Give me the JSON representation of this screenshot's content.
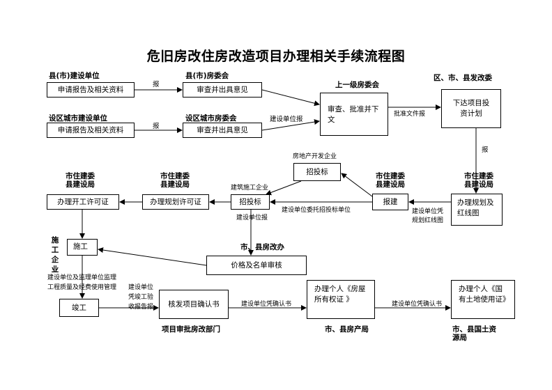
{
  "title": "危旧房改住房改造项目办理相关手续流程图",
  "headers": {
    "county_unit": "县(市)建设单位",
    "county_housing": "县(市)房委会",
    "upper_housing": "上一级房委会",
    "dev_reform": "区、市、县发改委",
    "city_unit": "设区城市建设单位",
    "city_housing": "设区城市房委会",
    "city_constr_1": "市住建委",
    "city_constr_1b": "县建设局",
    "city_constr_2": "市住建委",
    "city_constr_2b": "县建设局",
    "city_constr_3": "市住建委",
    "city_constr_3b": "县建设局",
    "city_constr_4": "市住建委",
    "city_constr_4b": "县建设局",
    "housing_reform": "市、县房改办",
    "construction_a": "施",
    "construction_b": "工",
    "construction_c": "企",
    "construction_d": "业",
    "approval_dept": "项目审批房改部门",
    "housing_bureau": "市、县房产局",
    "land_bureau": "市、县国土资源局"
  },
  "boxes": {
    "apply1": "申请报告及相关资料",
    "review1": "审查并出具意见",
    "apply2": "申请报告及相关资料",
    "review2": "审查并出具意见",
    "approve": "审查、批准并下文",
    "plan": "下达项目投资计划",
    "planning": "办理规划及红线图",
    "report_build": "报建",
    "bid_top": "招投标",
    "bid_mid": "招投标",
    "plan_permit": "办理规划许可证",
    "work_permit": "办理开工许可证",
    "construct": "施工",
    "price": "价格及名单审核",
    "complete": "竣工",
    "confirm": "核发项目确认书",
    "house_cert": "办理个人《房屋所有权证 》",
    "land_cert": "办理个人《国有土地使用证》"
  },
  "labels": {
    "report1": "报",
    "report2": "报",
    "unit_report": "建设单位报",
    "approval_doc": "批准文件报",
    "report3": "报",
    "developer": "房地产开发企业",
    "constr_company": "建筑施工企业",
    "entrust_bid": "建设单位委托招投标单位",
    "unit_plan_1": "建设单位凭",
    "unit_plan_2": "规划红线图",
    "unit_report2": "建设单位报",
    "supervise_1": "建设单位及监理单位监理",
    "supervise_2": "工程质量及经费使用管理",
    "accept_1": "建设单位",
    "accept_2": "凭竣工验",
    "accept_3": "收报告报",
    "confirm_1": "建设单位凭确认书",
    "confirm_2": "建设单位凭确认书"
  }
}
